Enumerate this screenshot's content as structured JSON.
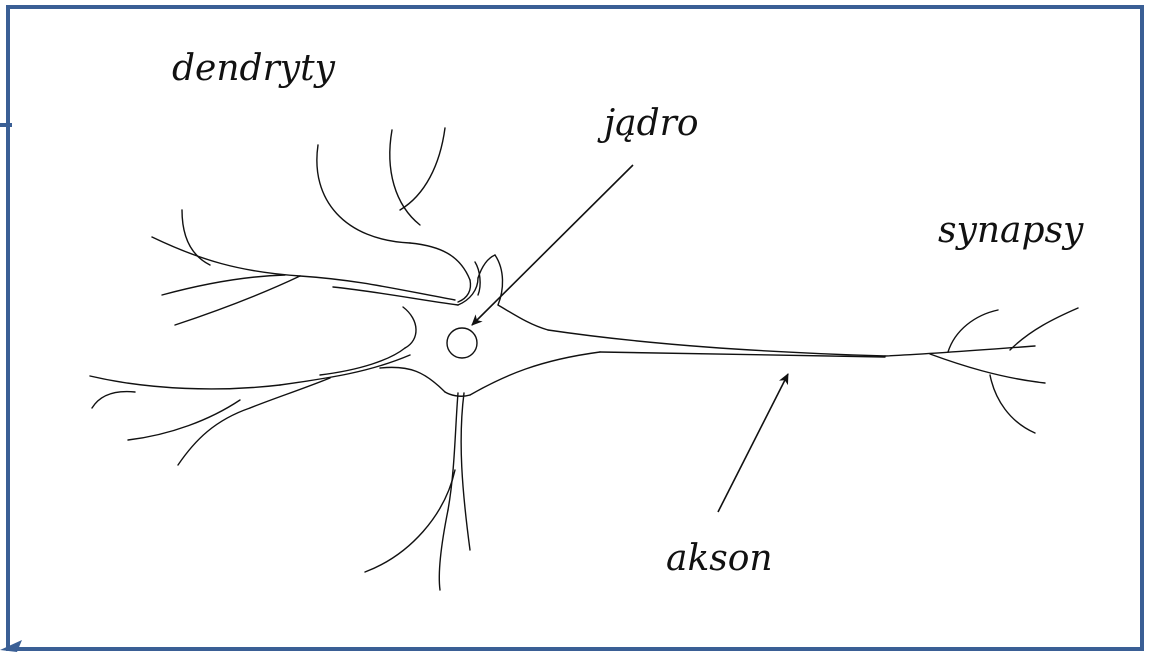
{
  "labels": {
    "dendrites": "dendryty",
    "nucleus": "jądro",
    "synapses": "synapsy",
    "axon": "akson"
  },
  "colors": {
    "frame": "#3a5f95",
    "ink": "#111111",
    "background": "#ffffff"
  }
}
